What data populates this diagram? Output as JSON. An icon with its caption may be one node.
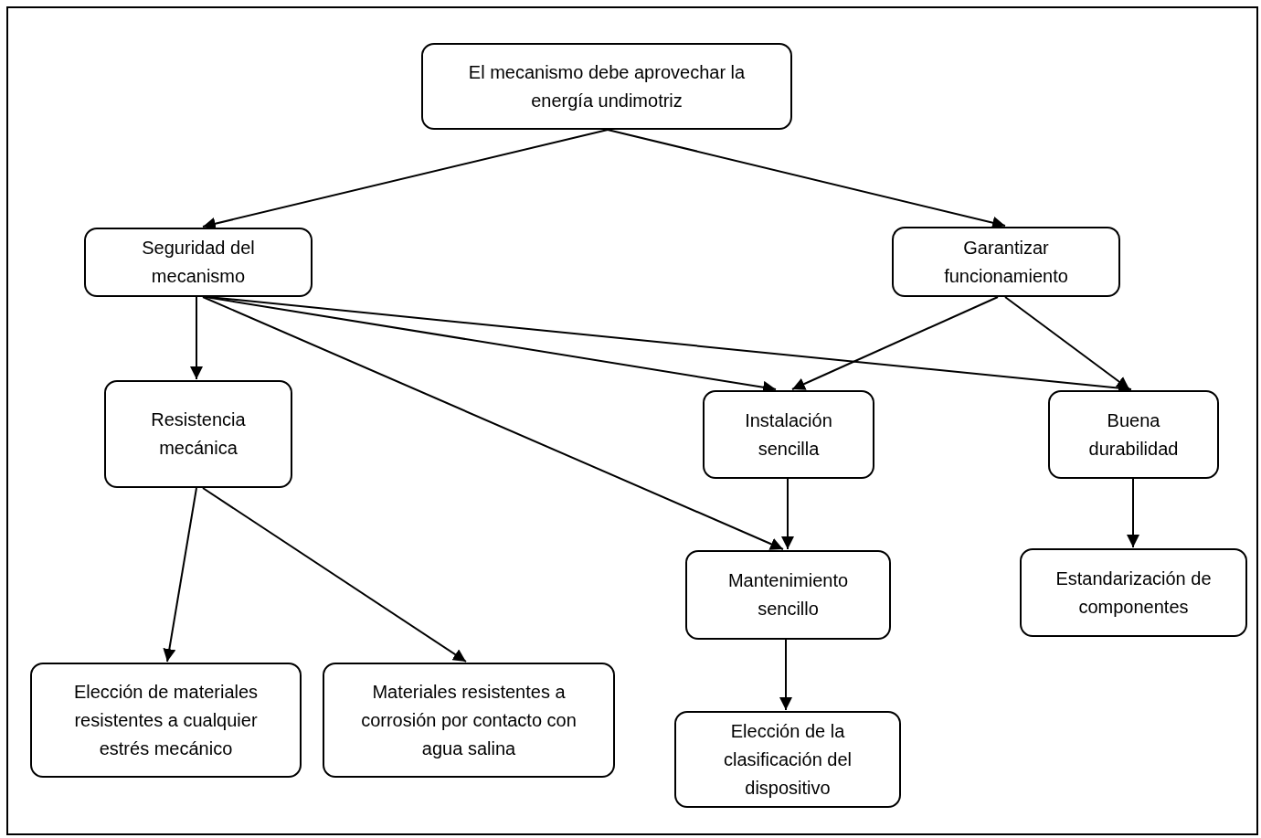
{
  "diagram": {
    "nodes": [
      {
        "text": [
          "El mecanismo debe aprovechar la energía undimotriz"
        ]
      },
      {
        "text": [
          "Seguridad del mecanismo"
        ]
      },
      {
        "text": [
          "Garantizar funcionamiento"
        ]
      },
      {
        "text": [
          "Resistencia mecánica"
        ]
      },
      {
        "text": [
          "Instalación sencilla"
        ]
      },
      {
        "text": [
          "Buena durabilidad"
        ]
      },
      {
        "text": [
          "Mantenimiento sencillo"
        ]
      },
      {
        "text": [
          "Estandarización de componentes"
        ]
      },
      {
        "text": [
          "Elección de materiales resistentes a cualquier estrés mecánico"
        ]
      },
      {
        "text": [
          "Materiales resistentes a corrosión por contacto con agua salina"
        ]
      },
      {
        "text": [
          "Elección de la clasificación del dispositivo"
        ]
      }
    ],
    "edges": [
      {
        "from": 0,
        "to": 1,
        "arrow": "to"
      },
      {
        "from": 0,
        "to": 2,
        "arrow": "to"
      },
      {
        "from": 1,
        "to": 3,
        "arrow": "to"
      },
      {
        "from": 1,
        "to": 4,
        "arrow": "to"
      },
      {
        "from": 1,
        "to": 5,
        "arrow": "to"
      },
      {
        "from": 1,
        "to": 6,
        "arrow": "to"
      },
      {
        "from": 2,
        "to": 4,
        "arrow": "to"
      },
      {
        "from": 2,
        "to": 5,
        "arrow": "to"
      },
      {
        "from": 3,
        "to": 8,
        "arrow": "to"
      },
      {
        "from": 3,
        "to": 9,
        "arrow": "to"
      },
      {
        "from": 4,
        "to": 6,
        "arrow": "to"
      },
      {
        "from": 6,
        "to": 10,
        "arrow": "to"
      },
      {
        "from": 5,
        "to": 7,
        "arrow": "to"
      }
    ]
  }
}
